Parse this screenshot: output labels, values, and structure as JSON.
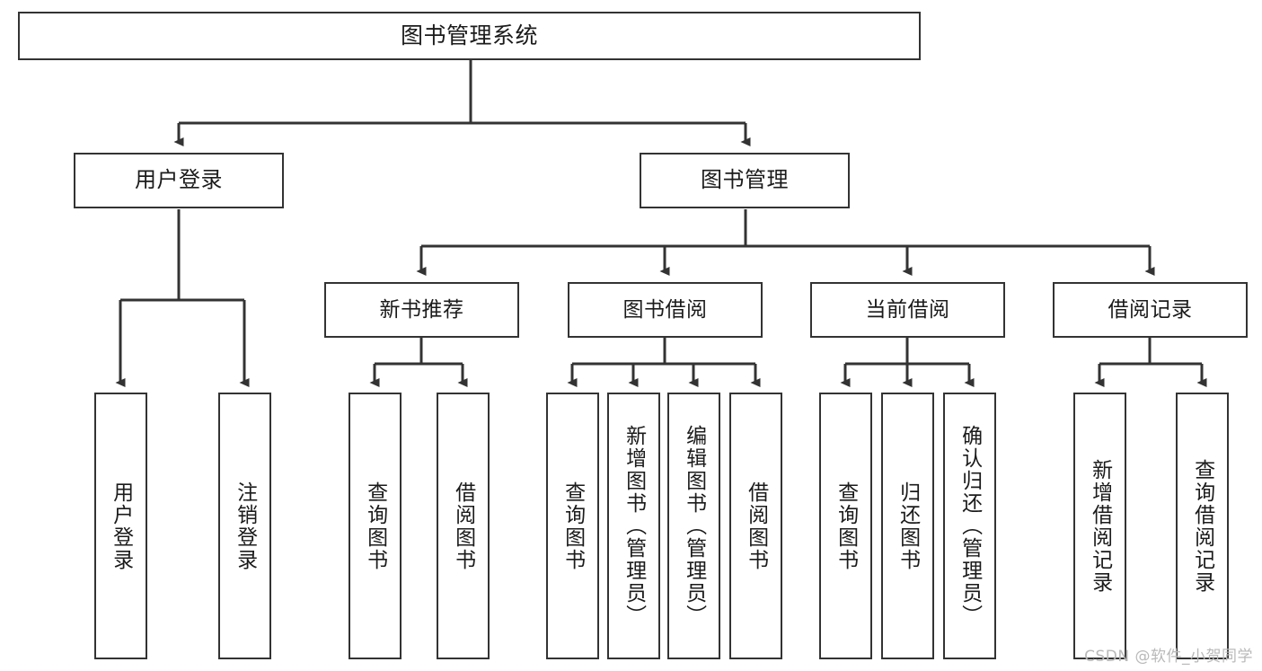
{
  "diagram": {
    "type": "tree-hierarchy",
    "title": "图书管理系统",
    "watermark": "CSDN @软件_小贺同学",
    "colors": {
      "box_border": "#333333",
      "box_fill": "#ffffff",
      "connector": "#333333",
      "text": "#1b1b1b",
      "watermark": "#b9b9b9",
      "background": "#ffffff"
    },
    "root": {
      "label": "图书管理系统"
    },
    "level2": [
      {
        "label": "用户登录"
      },
      {
        "label": "图书管理"
      }
    ],
    "level3": [
      {
        "label": "新书推荐"
      },
      {
        "label": "图书借阅"
      },
      {
        "label": "当前借阅"
      },
      {
        "label": "借阅记录"
      }
    ],
    "leaves": {
      "user_login": [
        {
          "label": "用户登录"
        },
        {
          "label": "注销登录"
        }
      ],
      "new_book": [
        {
          "label": "查询图书"
        },
        {
          "label": "借阅图书"
        }
      ],
      "book_borrow": [
        {
          "label": "查询图书"
        },
        {
          "label": "新增图书（管理员）"
        },
        {
          "label": "编辑图书（管理员）"
        },
        {
          "label": "借阅图书"
        }
      ],
      "current_borrow": [
        {
          "label": "查询图书"
        },
        {
          "label": "归还图书"
        },
        {
          "label": "确认归还（管理员）"
        }
      ],
      "borrow_record": [
        {
          "label": "新增借阅记录"
        },
        {
          "label": "查询借阅记录"
        }
      ]
    }
  }
}
